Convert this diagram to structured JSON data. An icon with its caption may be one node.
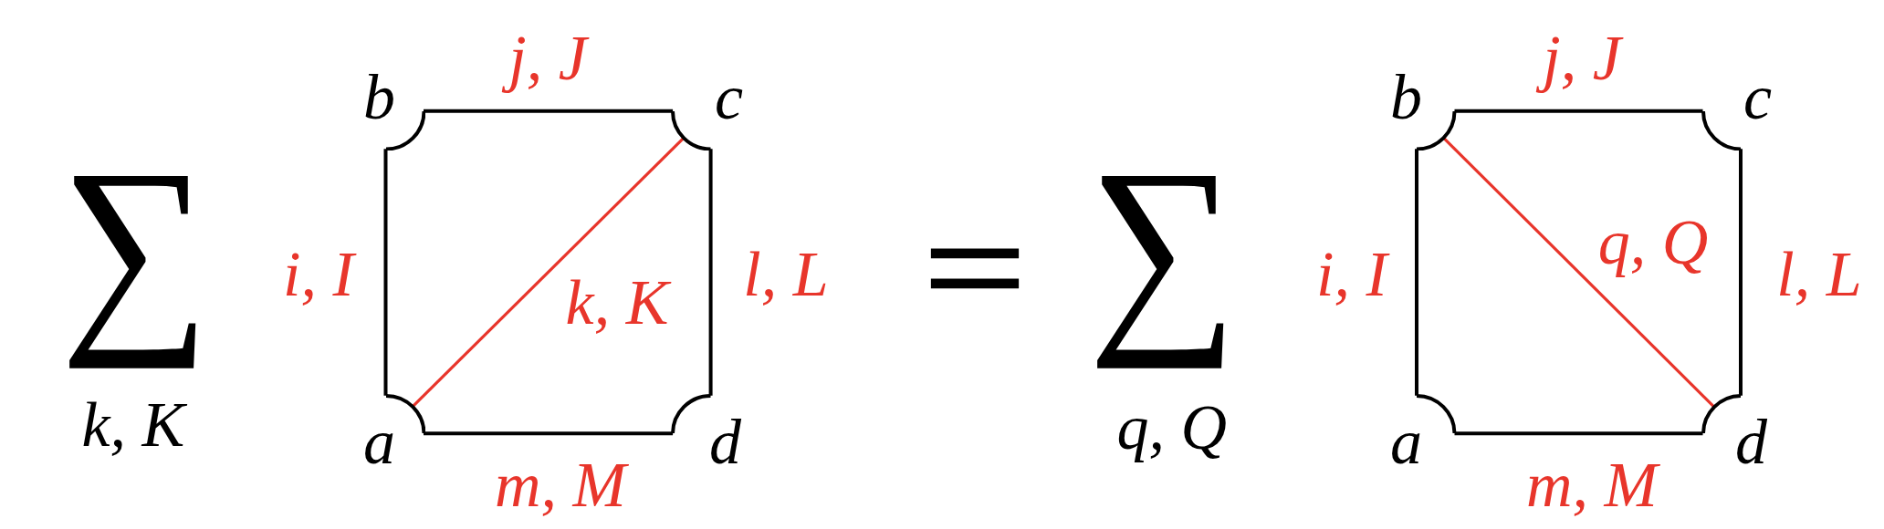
{
  "diagram": {
    "nodes": [
      {
        "text": [
          "b"
        ]
      },
      {
        "text": [
          "c"
        ]
      },
      {
        "text": [
          "a"
        ]
      },
      {
        "text": [
          "d"
        ]
      },
      {
        "text": [
          "b"
        ]
      },
      {
        "text": [
          "c"
        ]
      },
      {
        "text": [
          "a"
        ]
      },
      {
        "text": [
          "d"
        ]
      }
    ],
    "edges": [
      {
        "from": 0,
        "to": 1,
        "arrow": "none",
        "label": "j, J"
      },
      {
        "from": 2,
        "to": 0,
        "arrow": "none",
        "label": "i, I"
      },
      {
        "from": 1,
        "to": 3,
        "arrow": "none",
        "label": "l, L"
      },
      {
        "from": 2,
        "to": 3,
        "arrow": "none",
        "label": "m, M"
      },
      {
        "from": 2,
        "to": 1,
        "arrow": "none",
        "label": "k, K",
        "color": "#e8352b"
      },
      {
        "from": 4,
        "to": 5,
        "arrow": "none",
        "label": "j, J"
      },
      {
        "from": 6,
        "to": 4,
        "arrow": "none",
        "label": "i, I"
      },
      {
        "from": 5,
        "to": 7,
        "arrow": "none",
        "label": "l, L"
      },
      {
        "from": 6,
        "to": 7,
        "arrow": "none",
        "label": "m, M"
      },
      {
        "from": 4,
        "to": 7,
        "arrow": "none",
        "label": "q, Q",
        "color": "#e8352b"
      }
    ],
    "labels": [
      "∑",
      "k, K",
      "=",
      "∑",
      "q, Q"
    ]
  }
}
